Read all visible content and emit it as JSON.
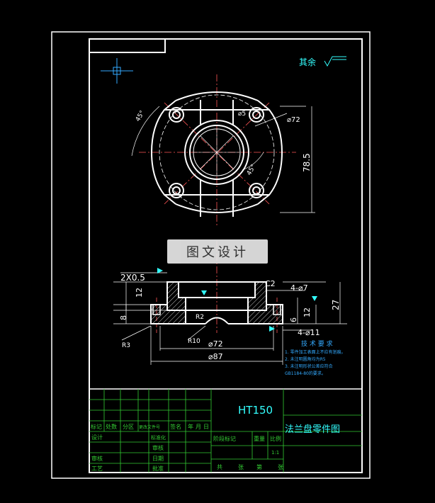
{
  "roughness_note": "其余",
  "watermark": "图文设计",
  "dims": {
    "top_dia": "⌀72",
    "top_hole": "⌀5",
    "ang1": "45°",
    "ang2": "45°",
    "h785": "78.5",
    "chamfer": "2X0.5",
    "d12a": "12",
    "d8": "8",
    "r3": "R3",
    "r10": "R10",
    "r2": "R2",
    "c2": "C2",
    "holes7": "4-⌀7",
    "holes11": "4-⌀11",
    "d6": "6",
    "d12b": "12",
    "d27": "27",
    "dia72": "⌀72",
    "dia87": "⌀87"
  },
  "tech_req": {
    "title": "技 术 要 求",
    "items": [
      "1. 零件加工表面上不应有划痕。",
      "2. 未注明圆角均为R5",
      "3. 未注明形状公差应符合",
      "GB1184-80的要求。"
    ]
  },
  "title_block": {
    "material": "HT150",
    "part_name": "法兰盘零件图",
    "row_labels": [
      "标记",
      "处数",
      "分区",
      "更改文件号",
      "签名",
      "年",
      "月",
      "日"
    ],
    "left_labels": [
      "设计",
      "标准化",
      "审核",
      "批准",
      "工艺",
      "审核",
      "日期"
    ],
    "stage_labels": [
      "阶段标记",
      "重量",
      "比例"
    ],
    "scale": "1:1",
    "sheet_labels": [
      "共",
      "张",
      "第",
      "张"
    ]
  }
}
